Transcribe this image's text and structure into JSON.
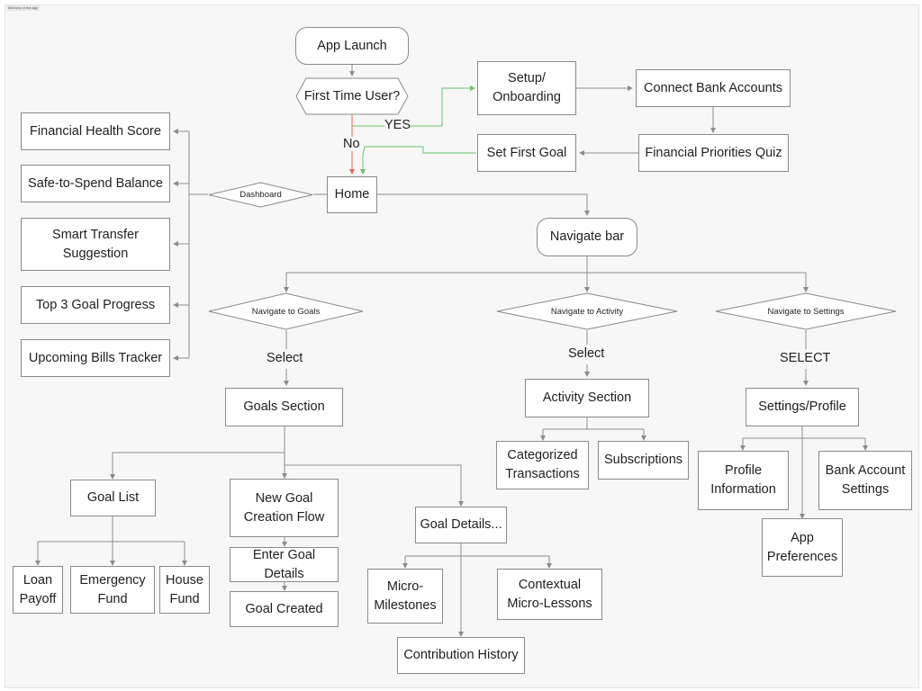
{
  "frame_label": "Memory of the app",
  "nodes": {
    "app_launch": "App Launch",
    "first_time_user": "First Time User?",
    "setup_onboarding": "Setup/ Onboarding",
    "connect_bank": "Connect Bank Accounts",
    "set_first_goal": "Set First Goal",
    "financial_priorities_quiz": "Financial Priorities Quiz",
    "home": "Home",
    "dashboard": "Dashboard",
    "financial_health_score": "Financial Health Score",
    "safe_to_spend": "Safe-to-Spend Balance",
    "smart_transfer": "Smart Transfer Suggestion",
    "top3_goal_progress": "Top 3 Goal Progress",
    "upcoming_bills": "Upcoming Bills Tracker",
    "navigate_bar": "Navigate bar",
    "navigate_goals": "Navigate to Goals",
    "navigate_activity": "Navigate to Activity",
    "navigate_settings": "Navigate to Settings",
    "goals_section": "Goals Section",
    "activity_section": "Activity Section",
    "settings_profile": "Settings/Profile",
    "categorized_transactions": "Categorized Transactions",
    "subscriptions": "Subscriptions",
    "profile_information": "Profile Information",
    "bank_account_settings": "Bank Account Settings",
    "app_preferences": "App Preferences",
    "goal_list": "Goal List",
    "new_goal_flow": "New Goal Creation Flow",
    "enter_goal_details": "Enter Goal Details",
    "goal_created": "Goal Created",
    "goal_details": "Goal Details...",
    "loan_payoff": "Loan Payoff",
    "emergency_fund": "Emergency Fund",
    "house_fund": "House Fund",
    "micro_milestones": "Micro-Milestones",
    "contextual_micro_lessons": "Contextual Micro-Lessons",
    "contribution_history": "Contribution History"
  },
  "edge_labels": {
    "yes": "YES",
    "no": "No",
    "select_goals": "Select",
    "select_activity": "Select",
    "select_settings": "SELECT"
  },
  "colors": {
    "edge_default": "#8c8c8c",
    "edge_yes": "#6cc36c",
    "edge_no": "#e0685c"
  }
}
